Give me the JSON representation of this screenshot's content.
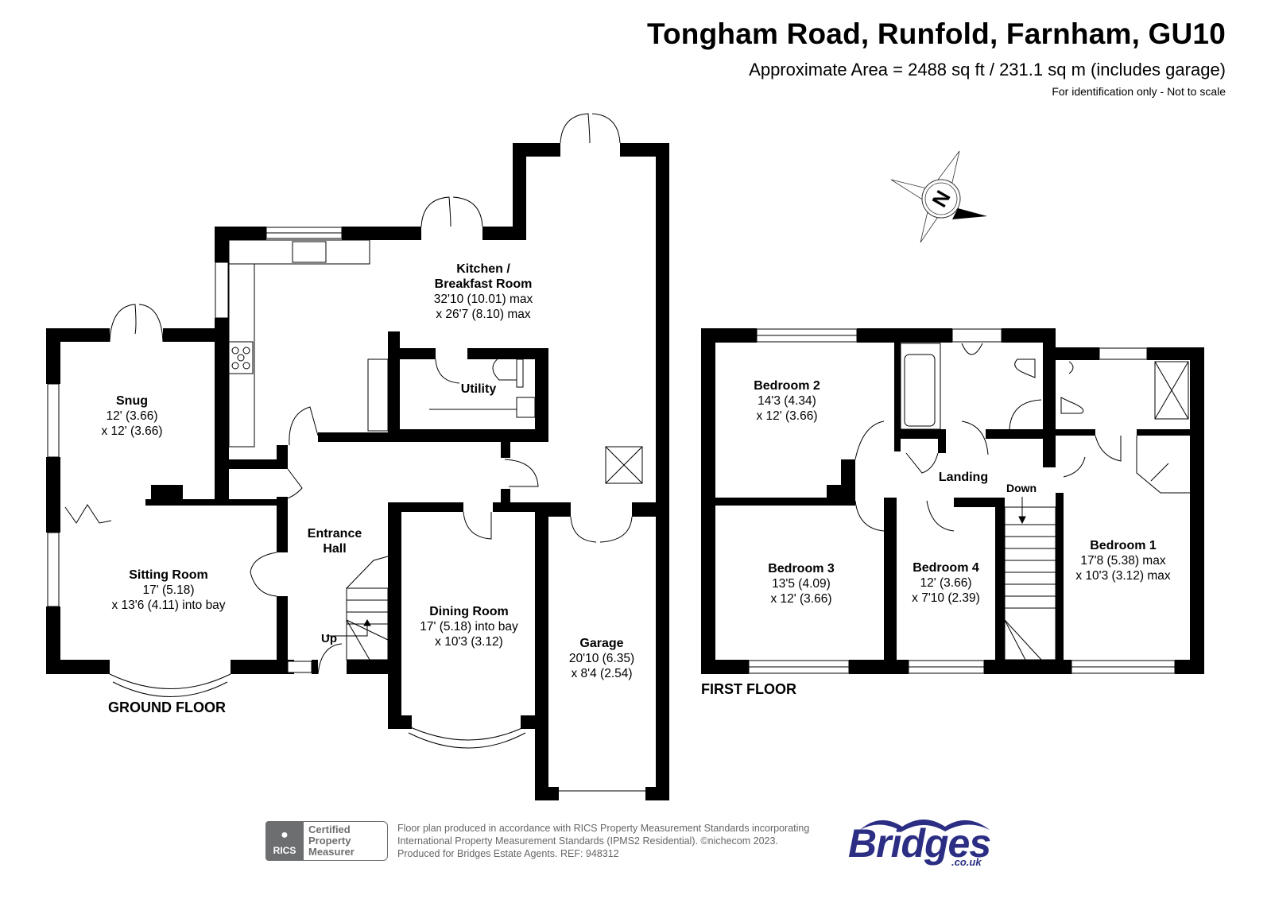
{
  "header": {
    "title": "Tongham Road, Runfold, Farnham, GU10",
    "area": "Approximate Area = 2488 sq ft / 231.1 sq m (includes garage)",
    "note": "For identification only - Not to scale"
  },
  "compass": {
    "icon": "north-compass-icon",
    "label": "N"
  },
  "ground_floor": {
    "label": "GROUND FLOOR",
    "rooms": [
      {
        "name": "Kitchen /",
        "name2": "Breakfast Room",
        "dim1": "32'10 (10.01) max",
        "dim2": "x 26'7 (8.10) max"
      },
      {
        "name": "Snug",
        "dim1": "12' (3.66)",
        "dim2": "x 12' (3.66)"
      },
      {
        "name": "Utility"
      },
      {
        "name": "Sitting Room",
        "dim1": "17' (5.18)",
        "dim2": "x 13'6 (4.11) into bay"
      },
      {
        "name": "Entrance",
        "name2": "Hall"
      },
      {
        "name": "Dining Room",
        "dim1": "17' (5.18) into bay",
        "dim2": "x 10'3 (3.12)"
      },
      {
        "name": "Garage",
        "dim1": "20'10 (6.35)",
        "dim2": "x 8'4 (2.54)"
      }
    ],
    "stairs_label": "Up"
  },
  "first_floor": {
    "label": "FIRST FLOOR",
    "rooms": [
      {
        "name": "Bedroom 2",
        "dim1": "14'3 (4.34)",
        "dim2": "x 12' (3.66)"
      },
      {
        "name": "Landing"
      },
      {
        "name": "Bedroom 1",
        "dim1": "17'8 (5.38) max",
        "dim2": "x 10'3 (3.12) max"
      },
      {
        "name": "Bedroom 3",
        "dim1": "13'5 (4.09)",
        "dim2": "x 12' (3.66)"
      },
      {
        "name": "Bedroom 4",
        "dim1": "12' (3.66)",
        "dim2": "x 7'10 (2.39)"
      }
    ],
    "stairs_label": "Down"
  },
  "footer": {
    "rics_badge": "RICS",
    "rics_cert_line1": "Certified",
    "rics_cert_line2": "Property",
    "rics_cert_line3": "Measurer",
    "line1": "Floor plan produced in accordance with RICS Property Measurement Standards incorporating",
    "line2": "International Property Measurement Standards (IPMS2 Residential).   ©nichecom 2023.",
    "line3": "Produced for Bridges Estate Agents.   REF: 948312",
    "logo_word": "Bridges",
    "logo_tld": ".co.uk"
  },
  "colors": {
    "wall": "#000000",
    "brand": "#2b2e83",
    "rics_grey": "#6d6e70",
    "footer_text": "#666666"
  }
}
